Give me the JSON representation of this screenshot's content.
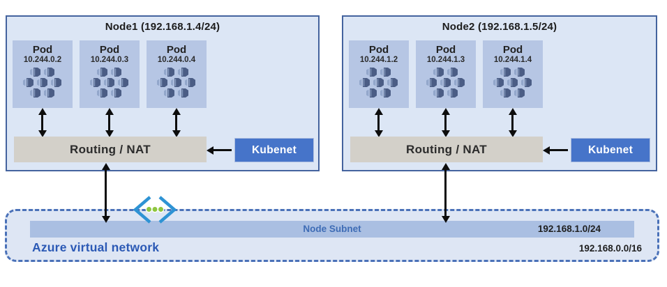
{
  "nodes": [
    {
      "title": "Node1 (192.168.1.4/24)",
      "pods": [
        {
          "label": "Pod",
          "ip": "10.244.0.2"
        },
        {
          "label": "Pod",
          "ip": "10.244.0.3"
        },
        {
          "label": "Pod",
          "ip": "10.244.0.4"
        }
      ],
      "routing_label": "Routing / NAT",
      "kubenet_label": "Kubenet"
    },
    {
      "title": "Node2 (192.168.1.5/24)",
      "pods": [
        {
          "label": "Pod",
          "ip": "10.244.1.2"
        },
        {
          "label": "Pod",
          "ip": "10.244.1.3"
        },
        {
          "label": "Pod",
          "ip": "10.244.1.4"
        }
      ],
      "routing_label": "Routing / NAT",
      "kubenet_label": "Kubenet"
    }
  ],
  "network": {
    "subnet_label": "Node Subnet",
    "subnet_cidr": "192.168.1.0/24",
    "vnet_label": "Azure virtual network",
    "vnet_cidr": "192.168.0.0/16"
  },
  "icons": {
    "pod_icon": "pod-containers-icon",
    "vnet_icon": "virtual-network-brackets-icon"
  },
  "colors": {
    "node_fill": "#dce6f5",
    "node_border": "#44639e",
    "pod_fill": "#b6c6e4",
    "pod_cube_dark": "#4b5d85",
    "pod_cube_light": "#93a7cb",
    "routing_fill": "#d3d0c9",
    "kubenet_fill": "#4674c9",
    "arrow_black": "#0d0d0d",
    "vnet_fill": "#dee6f4",
    "vnet_dash_border": "#4a71b8",
    "subnet_band_fill": "#aabfe2",
    "subnet_text_blue": "#3e6cb5",
    "vnet_text_blue": "#2b59b5",
    "bracket_blue": "#2e93d4",
    "dot_green": "#8ec63f"
  }
}
